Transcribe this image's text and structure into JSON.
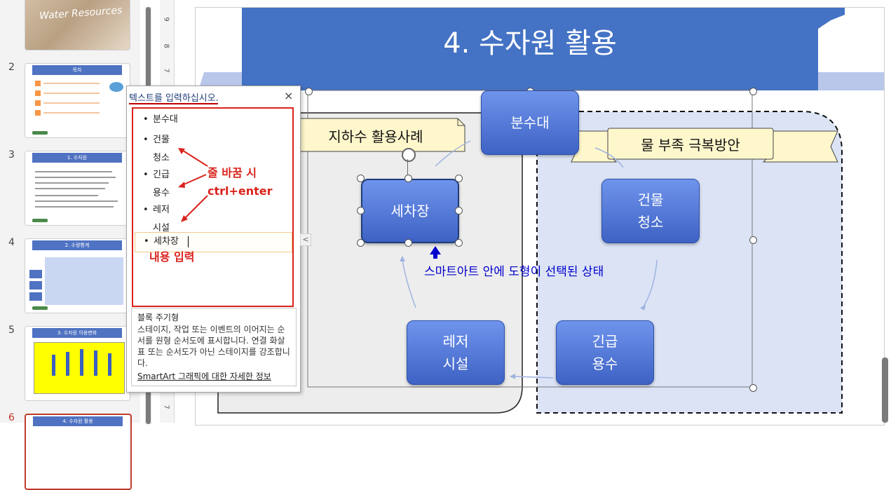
{
  "thumbnails": [
    {
      "num": "",
      "title": "Water Resources"
    },
    {
      "num": "2",
      "title": "목차"
    },
    {
      "num": "3",
      "title": "1. 수자원"
    },
    {
      "num": "4",
      "title": "2. 수량통계"
    },
    {
      "num": "5",
      "title": "3. 수자원 이용변화"
    },
    {
      "num": "6",
      "title": "4. 수자원 활용"
    }
  ],
  "ruler_marks": [
    "9",
    "8",
    "7",
    "7"
  ],
  "text_pane": {
    "title": "텍스트를 입력하십시오.",
    "close": "×",
    "items": [
      "분수대",
      "건물",
      "청소",
      "긴급",
      "용수",
      "레저",
      "시설",
      "세차장"
    ],
    "annotation_line_break": "줄 바꿈 시",
    "annotation_shortcut": "ctrl+enter",
    "annotation_input": "내용 입력",
    "desc_title": "블록 주기형",
    "desc_body": "스테이지, 작업 또는 이벤트의 이어지는 순서를 원형 순서도에 표시합니다. 연결 화살표 또는 순서도가 아닌 스테이지를 강조합니다.",
    "desc_link": "SmartArt 그래픽에 대한 자세한 정보",
    "collapse": "<"
  },
  "slide": {
    "title": "4. 수자원 활용",
    "left_label": "지하수 활용사례",
    "right_banner": "물 부족 극복방안",
    "nodes": {
      "fountain": "분수대",
      "building_line1": "건물",
      "building_line2": "청소",
      "emergency_line1": "긴급",
      "emergency_line2": "용수",
      "leisure_line1": "레저",
      "leisure_line2": "시설",
      "carwash": "세차장"
    },
    "status_annotation": "스마트아트 안에 도형이 선택된 상태"
  },
  "colors": {
    "title_band": "#4472c4",
    "shape": "#4f72d6",
    "annotation_red": "#d9231d",
    "annotation_blue": "#0000cc"
  }
}
